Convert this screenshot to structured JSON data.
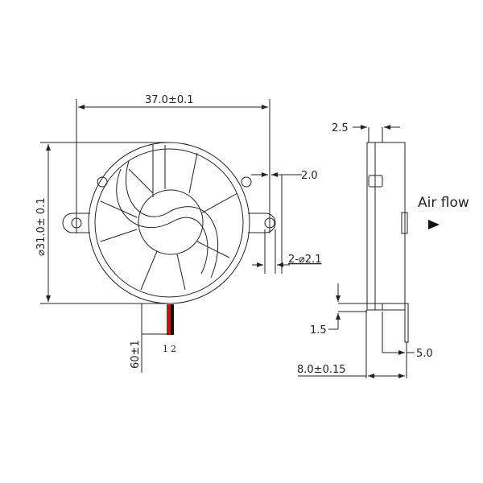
{
  "dimensions": {
    "width": "37.0±0.1",
    "diameter": "⌀31.0± 0.1",
    "tab": "2.0",
    "holes": "2-⌀2.1",
    "lead_length": "60±1",
    "wire_1": "1",
    "wire_2": "2",
    "frame": "2.5",
    "ledge": "1.5",
    "pin": "5.0",
    "thickness": "8.0±0.15"
  },
  "airflow_label": "Air flow",
  "colors": {
    "wire_red": "#cc1111",
    "wire_black": "#111111",
    "line": "#222222"
  }
}
